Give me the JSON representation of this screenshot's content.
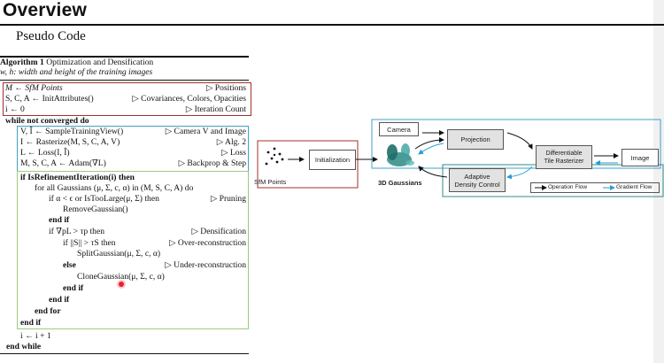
{
  "slide": {
    "title": "Overview",
    "subtitle": "Pseudo Code"
  },
  "algorithm": {
    "header_label": "Algorithm 1",
    "header_text": "Optimization and Densification",
    "header_sub": "w, h: width and height of the training images",
    "lines": [
      {
        "text": "M ← SfM Points",
        "comment": "▷ Positions"
      },
      {
        "text": "S, C, A ← InitAttributes()",
        "comment": "▷ Covariances, Colors, Opacities"
      },
      {
        "text": "i ← 0",
        "comment": "▷ Iteration Count"
      },
      {
        "text": "while not converged do",
        "comment": ""
      },
      {
        "text": "V, Î ← SampleTrainingView()",
        "comment": "▷ Camera V and Image"
      },
      {
        "text": "I ← Rasterize(M, S, C, A, V)",
        "comment": "▷ Alg. 2"
      },
      {
        "text": "L ← Loss(I, Î)",
        "comment": "▷ Loss"
      },
      {
        "text": "M, S, C, A ← Adam(∇L)",
        "comment": "▷ Backprop & Step"
      },
      {
        "text": "if IsRefinementIteration(i) then",
        "comment": ""
      },
      {
        "text": "for all Gaussians (μ, Σ, c, α) in (M, S, C, A) do",
        "comment": ""
      },
      {
        "text": "if α < ϵ or IsTooLarge(μ, Σ) then",
        "comment": "▷ Pruning"
      },
      {
        "text": "RemoveGaussian()",
        "comment": ""
      },
      {
        "text": "end if",
        "comment": ""
      },
      {
        "text": "if ∇pL > τp then",
        "comment": "▷ Densification"
      },
      {
        "text": "if ||S|| > τS then",
        "comment": "▷ Over-reconstruction"
      },
      {
        "text": "SplitGaussian(μ, Σ, c, α)",
        "comment": ""
      },
      {
        "text": "else",
        "comment": "▷ Under-reconstruction"
      },
      {
        "text": "CloneGaussian(μ, Σ, c, α)",
        "comment": ""
      },
      {
        "text": "end if",
        "comment": ""
      },
      {
        "text": "end if",
        "comment": ""
      },
      {
        "text": "end for",
        "comment": ""
      },
      {
        "text": "end if",
        "comment": ""
      },
      {
        "text": "i ← i + 1",
        "comment": ""
      },
      {
        "text": "end while",
        "comment": ""
      }
    ]
  },
  "diagram": {
    "sfm_label": "SfM Points",
    "init_label": "Initialization",
    "gaussians_label": "3D Gaussians",
    "camera_label": "Camera",
    "projection_label": "Projection",
    "rasterizer_label_1": "Differentiable",
    "rasterizer_label_2": "Tile Rasterizer",
    "image_label": "Image",
    "adc_label_1": "Adaptive",
    "adc_label_2": "Density Control",
    "legend_operation": "Operation Flow",
    "legend_gradient": "Gradient Flow"
  },
  "colors": {
    "init_box": "#a0322c",
    "projection_box": "#3fa0c8",
    "adc_box": "#2f8c86",
    "refine_box": "#9ecb7c",
    "gradient_arrow": "#2a9bd6"
  }
}
